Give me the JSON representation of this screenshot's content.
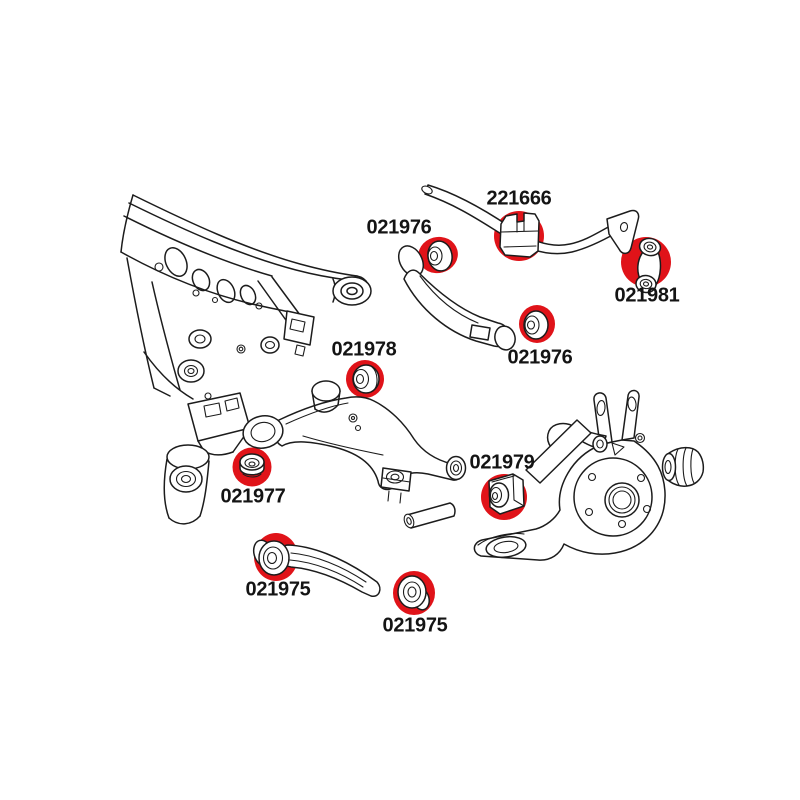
{
  "diagram": {
    "background_color": "#ffffff",
    "line_color": "#1c1c1c",
    "highlight_color": "#e01319",
    "labels": [
      {
        "part_number": "021976",
        "target": "upper-arm-front-bushing"
      },
      {
        "part_number": "221666",
        "target": "anti-roll-bar-bushing"
      },
      {
        "part_number": "021981",
        "target": "anti-roll-bar-link"
      },
      {
        "part_number": "021976",
        "target": "upper-arm-rear-bushing"
      },
      {
        "part_number": "021978",
        "target": "lower-arm-upper-bushing"
      },
      {
        "part_number": "021977",
        "target": "lower-arm-front-bushing"
      },
      {
        "part_number": "021979",
        "target": "knuckle-bushing"
      },
      {
        "part_number": "021975",
        "target": "toe-link-front-bushing"
      },
      {
        "part_number": "021975",
        "target": "toe-link-rear-bushing"
      }
    ]
  }
}
